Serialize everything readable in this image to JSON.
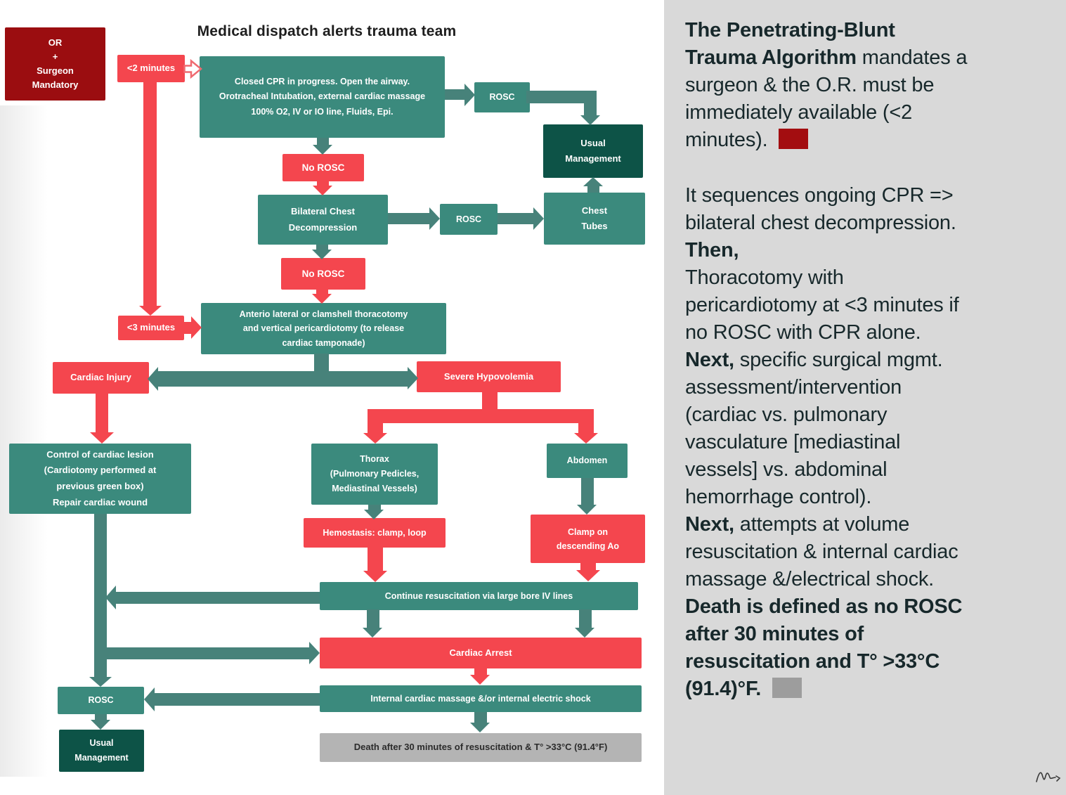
{
  "colors": {
    "teal": "#3b8a7d",
    "teal_dark": "#0d5347",
    "teal_line": "#47827a",
    "red": "#f4464e",
    "red_dark": "#9b0d10",
    "gray_box": "#b4b4b4",
    "gray_box_text": "#2b2b2b",
    "sidebar_bg": "#d9d9d9",
    "sidebar_text": "#17282b",
    "red_swatch": "#a30d10",
    "gray_swatch": "#9d9d9d",
    "black_bar": "#111111",
    "title_color": "#1e1e1e"
  },
  "flowchart": {
    "title": "Medical dispatch alerts trauma team",
    "nodes": {
      "or_box": "OR\n+\nSurgeon\nMandatory",
      "lt2": "<2 minutes",
      "cpr": "Closed CPR in progress. Open the airway.\nOrotracheal Intubation, external cardiac massage\n100% O2, IV or IO line, Fluids, Epi.",
      "rosc1": "ROSC",
      "usual1": "Usual\nManagement",
      "norosc1": "No ROSC",
      "bilateral": "Bilateral Chest\nDecompression",
      "rosc2": "ROSC",
      "chest_tubes": "Chest\nTubes",
      "norosc2": "No ROSC",
      "lt3": "<3 minutes",
      "thoracotomy": "Anterio lateral or clamshell thoracotomy\nand vertical pericardiotomy (to release\ncardiac tamponade)",
      "cardiac_injury": "Cardiac Injury",
      "severe_hypovolemia": "Severe Hypovolemia",
      "control": "Control of cardiac lesion\n(Cardiotomy performed at\nprevious green box)\nRepair cardiac wound",
      "thorax": "Thorax\n(Pulmonary Pedicles,\nMediastinal Vessels)",
      "abdomen": "Abdomen",
      "hemostasis": "Hemostasis: clamp, loop",
      "clamp_ao": "Clamp on\ndescending Ao",
      "continue_resus": "Continue resuscitation via large bore IV lines",
      "cardiac_arrest": "Cardiac Arrest",
      "internal_massage": "Internal cardiac massage &/or internal electric shock",
      "rosc3": "ROSC",
      "usual2": "Usual\nManagement",
      "death": "Death after 30 minutes of resuscitation & T° >33°C (91.4°F)"
    }
  },
  "sidebar": {
    "p1_bold": "The Penetrating-Blunt\nTrauma Algorithm",
    "p1_rest": " mandates a\nsurgeon & the O.R. must be\nimmediately available (<2\nminutes). ",
    "p2_n1": "It sequences ongoing CPR =>\nbilateral chest decompression.\n",
    "p2_b1": "Then,",
    "p2_n2": "\nThoracotomy with\npericardiotomy at <3 minutes if\nno ROSC with CPR alone.\n",
    "p2_b2": "Next,",
    "p2_n3": " specific surgical mgmt.\nassessment/intervention\n(cardiac vs. pulmonary\nvasculature [mediastinal\nvessels] vs. abdominal\nhemorrhage control).\n",
    "p2_b3": "Next,",
    "p2_n4": " attempts at volume\nresuscitation & internal cardiac\nmassage &/electrical shock.\n",
    "p2_b4": "Death is defined as no ROSC\nafter 30 minutes of\nresuscitation and T° >33°C\n(91.4)°F. "
  }
}
